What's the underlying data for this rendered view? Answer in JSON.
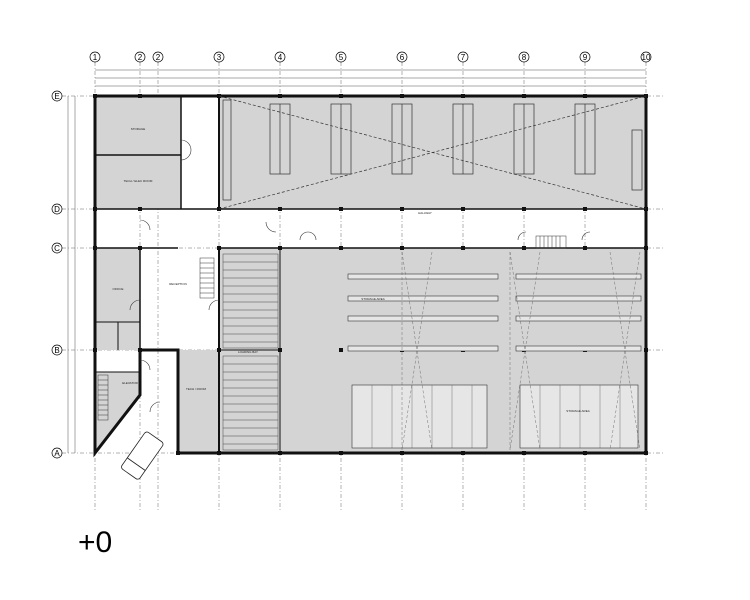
{
  "drawing": {
    "level_label": "+0",
    "grid_columns": [
      "1",
      "2",
      "2",
      "3",
      "4",
      "5",
      "6",
      "7",
      "8",
      "9",
      "10"
    ],
    "grid_rows": [
      "E",
      "D",
      "C",
      "B",
      "A"
    ],
    "room_labels": [
      "STORAGE",
      "TECH / ELEC ROOM",
      "ELEVATOR",
      "HALLWAY",
      "RECEPTION",
      "OFFICE",
      "TECH / ROOM",
      "LOADING BAY",
      "STORAGE AREA",
      "STORAGE AREA"
    ]
  }
}
